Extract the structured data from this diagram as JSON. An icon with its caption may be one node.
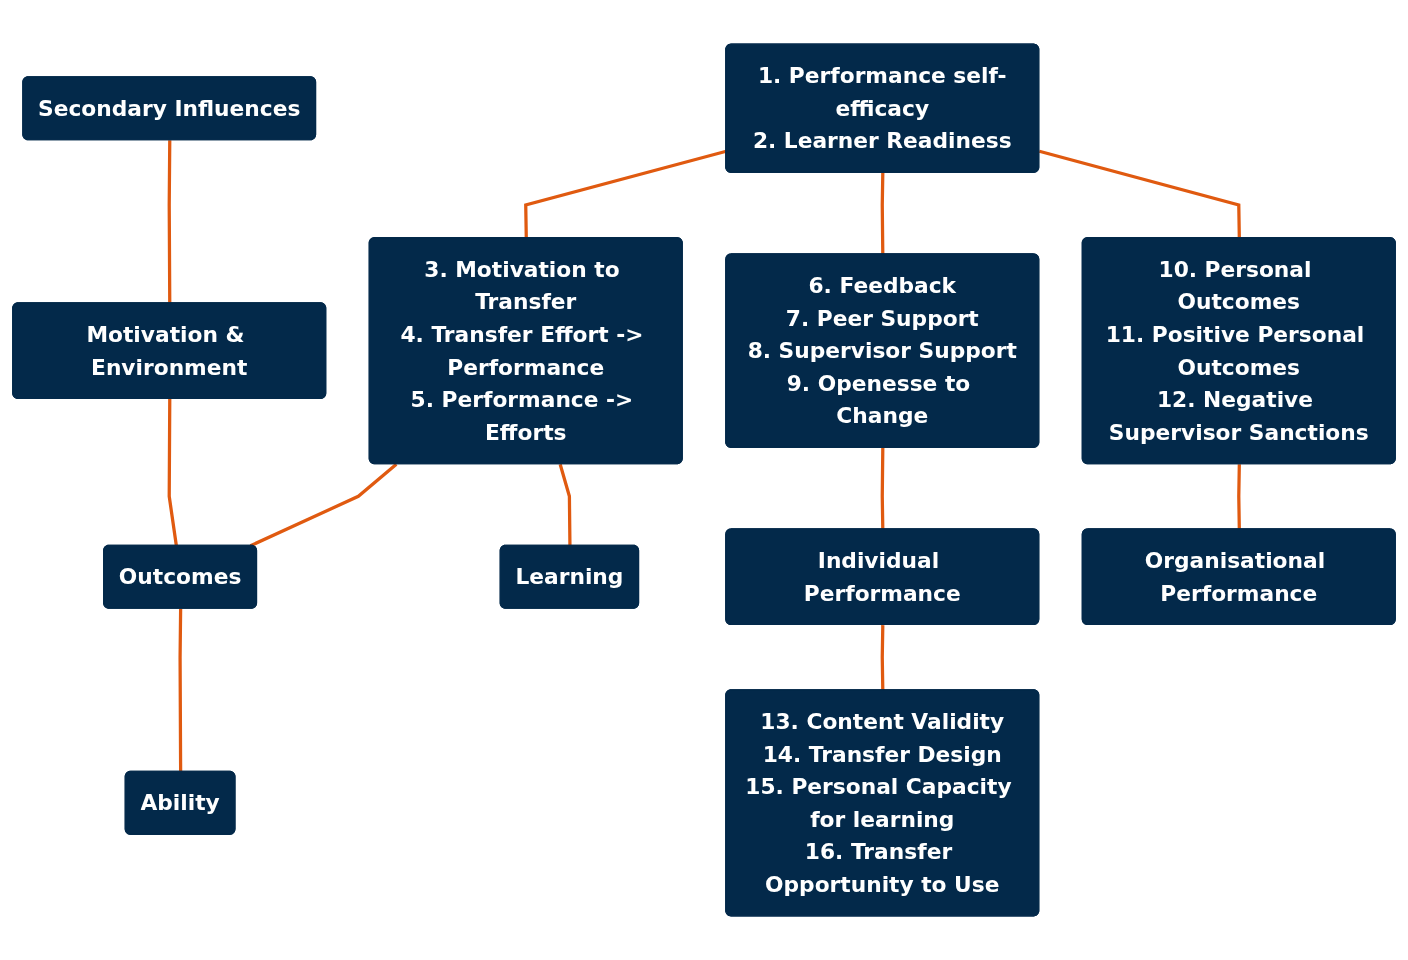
{
  "diagram": {
    "nodes": [
      {
        "text": [
          "Secondary Influences"
        ]
      },
      {
        "text": [
          "1. Performance self-efficacy",
          "2. Learner Readiness"
        ]
      },
      {
        "text": [
          "Motivation & Environment"
        ]
      },
      {
        "text": [
          "3. Motivation to Transfer",
          "4. Transfer Effort -> Performance",
          "5. Performance -> Efforts"
        ]
      },
      {
        "text": [
          "6. Feedback",
          "7. Peer Support",
          "8. Supervisor Support",
          "9. Openesse to Change"
        ]
      },
      {
        "text": [
          "10. Personal Outcomes",
          "11. Positive Personal Outcomes",
          "12. Negative Supervisor Sanctions"
        ]
      },
      {
        "text": [
          "Outcomes"
        ]
      },
      {
        "text": [
          "Learning"
        ]
      },
      {
        "text": [
          "Individual Performance"
        ]
      },
      {
        "text": [
          "Organisational Performance"
        ]
      },
      {
        "text": [
          "Ability"
        ]
      },
      {
        "text": [
          "13. Content Validity",
          "14. Transfer Design",
          "15. Personal Capacity for learning",
          "16. Transfer Opportunity to Use"
        ]
      }
    ],
    "edges": [
      {
        "from": 0,
        "to": 2,
        "arrow": "none"
      },
      {
        "from": 1,
        "to": 3,
        "arrow": "none"
      },
      {
        "from": 1,
        "to": 4,
        "arrow": "none"
      },
      {
        "from": 1,
        "to": 5,
        "arrow": "none"
      },
      {
        "from": 2,
        "to": 6,
        "arrow": "none"
      },
      {
        "from": 3,
        "to": 6,
        "arrow": "none"
      },
      {
        "from": 3,
        "to": 7,
        "arrow": "none"
      },
      {
        "from": 4,
        "to": 8,
        "arrow": "none"
      },
      {
        "from": 5,
        "to": 9,
        "arrow": "none"
      },
      {
        "from": 6,
        "to": 10,
        "arrow": "none"
      },
      {
        "from": 8,
        "to": 11,
        "arrow": "none"
      }
    ]
  }
}
